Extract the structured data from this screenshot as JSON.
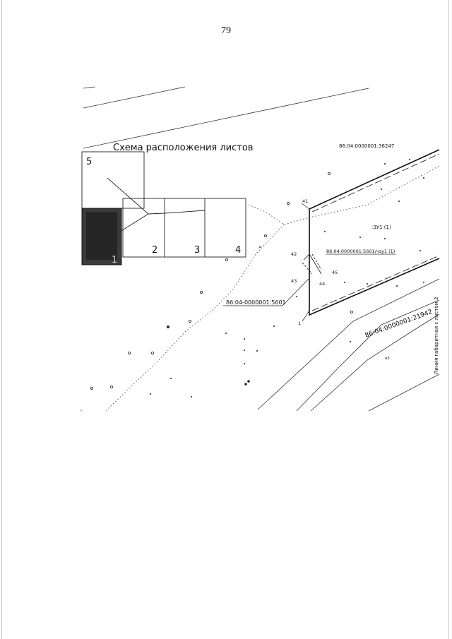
{
  "page": {
    "number": "79"
  },
  "scheme": {
    "title": "Схема расположения листов",
    "sheets": [
      "1",
      "2",
      "3",
      "4",
      "5"
    ]
  },
  "parcels": {
    "top": "86:04:0000001:36247",
    "left": "86:04-0000001:5601",
    "part": "86:04:0000001:5601/чзу1 (1)",
    "zone": ":ЗУ1 (1)",
    "diagonal": "86:04:0000001:21942",
    "side": "Линия габаритная с листом 2"
  },
  "points": [
    "41",
    "42",
    "43",
    "44",
    "45",
    "1"
  ],
  "small_mark": "АЗ"
}
